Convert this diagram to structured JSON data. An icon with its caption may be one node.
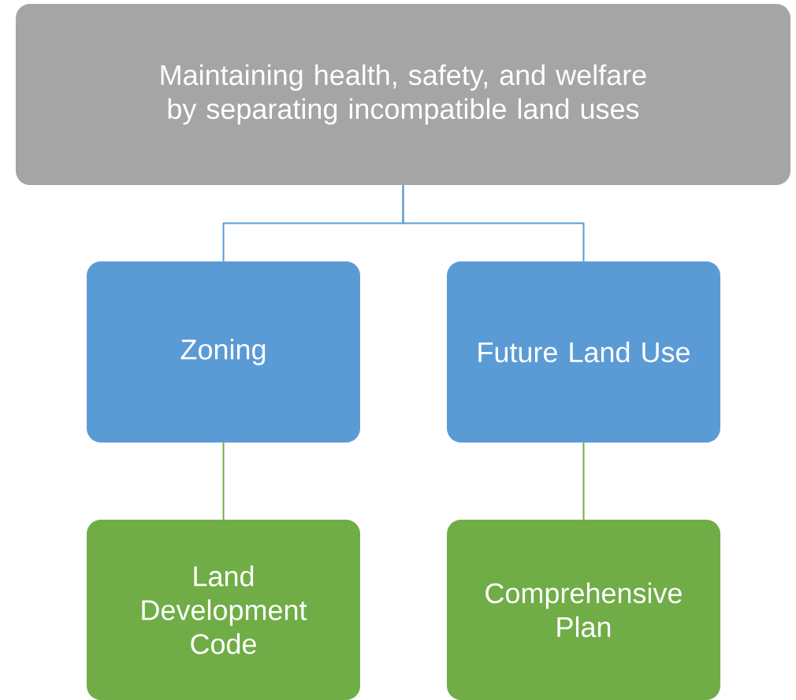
{
  "diagram": {
    "nodes": [
      {
        "text": [
          "Maintaining health, safety, and welfare by separating incompatible land uses"
        ]
      },
      {
        "text": [
          "Zoning"
        ]
      },
      {
        "text": [
          "Future Land Use"
        ]
      },
      {
        "text": [
          "Land Development Code"
        ]
      },
      {
        "text": [
          "Comprehensive Plan"
        ]
      }
    ],
    "edges": [
      {
        "from": 0,
        "to": 1,
        "arrow": "none",
        "color": "#5b9bd5"
      },
      {
        "from": 0,
        "to": 2,
        "arrow": "none",
        "color": "#5b9bd5"
      },
      {
        "from": 1,
        "to": 3,
        "arrow": "none",
        "color": "#70ad47"
      },
      {
        "from": 2,
        "to": 4,
        "arrow": "none",
        "color": "#70ad47"
      }
    ]
  }
}
